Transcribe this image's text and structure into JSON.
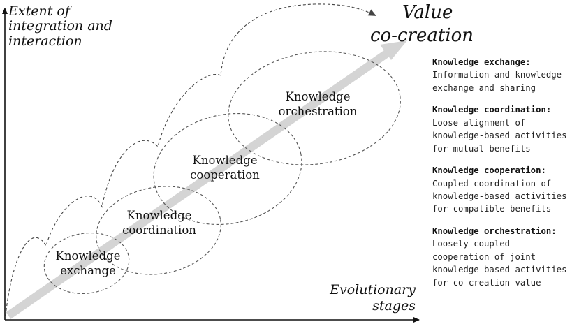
{
  "axes": {
    "y_label_lines": [
      "Extent of",
      "integration and",
      "interaction"
    ],
    "x_label_lines": [
      "Evolutionary",
      "stages"
    ]
  },
  "outcome_lines": [
    "Value",
    "co-creation"
  ],
  "stages": [
    {
      "lines": [
        "Knowledge",
        "exchange"
      ]
    },
    {
      "lines": [
        "Knowledge",
        "coordination"
      ]
    },
    {
      "lines": [
        "Knowledge",
        "cooperation"
      ]
    },
    {
      "lines": [
        "Knowledge",
        "orchestration"
      ]
    }
  ],
  "legend": [
    {
      "title": "Knowledge exchange:",
      "desc": "Information and knowledge\nexchange and sharing"
    },
    {
      "title": "Knowledge coordination:",
      "desc": "Loose alignment of\nknowledge-based activities\nfor mutual benefits"
    },
    {
      "title": "Knowledge cooperation:",
      "desc": "Coupled coordination of\nknowledge-based activities\nfor compatible benefits"
    },
    {
      "title": "Knowledge orchestration:",
      "desc": "Loosely-coupled\ncooperation of joint\nknowledge-based activities\nfor co-creation value"
    }
  ],
  "colors": {
    "axis": "#111111",
    "arrow": "#d4d4d4",
    "dashed": "#555555"
  }
}
